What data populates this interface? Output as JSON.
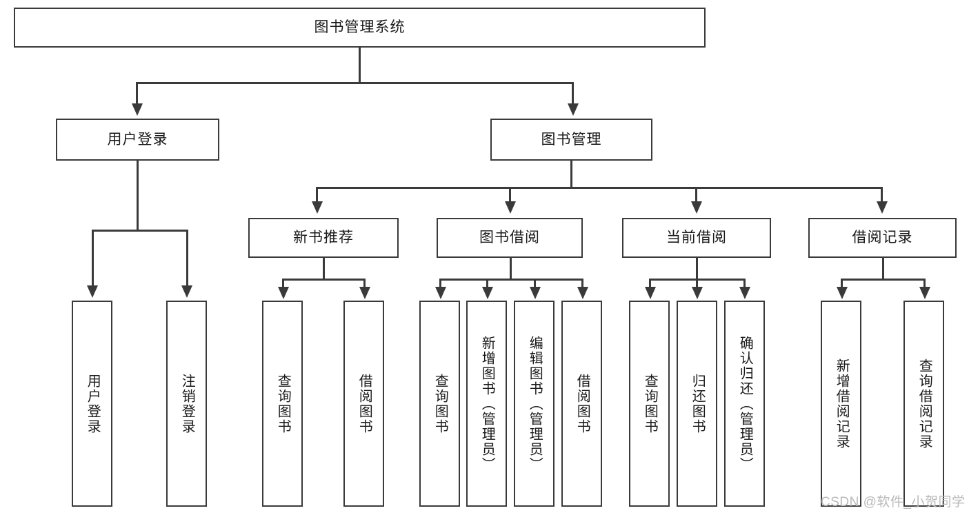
{
  "diagram": {
    "type": "tree-hierarchy",
    "title": "图书管理系统",
    "root": {
      "id": "root",
      "label": "图书管理系统",
      "level": 1
    },
    "level2": [
      {
        "id": "user-login",
        "label": "用户登录"
      },
      {
        "id": "book-manage",
        "label": "图书管理"
      }
    ],
    "level3": [
      {
        "id": "new-book-recommend",
        "label": "新书推荐",
        "parent": "book-manage"
      },
      {
        "id": "book-borrow",
        "label": "图书借阅",
        "parent": "book-manage"
      },
      {
        "id": "current-borrow",
        "label": "当前借阅",
        "parent": "book-manage"
      },
      {
        "id": "borrow-record",
        "label": "借阅记录",
        "parent": "book-manage"
      }
    ],
    "leaves": {
      "user_login": [
        {
          "id": "leaf-user-login",
          "label": "用户登录"
        },
        {
          "id": "leaf-logout",
          "label": "注销登录"
        }
      ],
      "new_book_recommend": [
        {
          "id": "leaf-query-book-1",
          "label": "查询图书"
        },
        {
          "id": "leaf-borrow-book-1",
          "label": "借阅图书"
        }
      ],
      "book_borrow": [
        {
          "id": "leaf-query-book-2",
          "label": "查询图书"
        },
        {
          "id": "leaf-add-book",
          "label": "新增图书（管理员）"
        },
        {
          "id": "leaf-edit-book",
          "label": "编辑图书（管理员）"
        },
        {
          "id": "leaf-borrow-book-2",
          "label": "借阅图书"
        }
      ],
      "current_borrow": [
        {
          "id": "leaf-query-book-3",
          "label": "查询图书"
        },
        {
          "id": "leaf-return-book",
          "label": "归还图书"
        },
        {
          "id": "leaf-confirm-return",
          "label": "确认归还（管理员）"
        }
      ],
      "borrow_record": [
        {
          "id": "leaf-add-record",
          "label": "新增借阅记录"
        },
        {
          "id": "leaf-query-record",
          "label": "查询借阅记录"
        }
      ]
    },
    "colors": {
      "stroke": "#3a3a3a",
      "fill": "#ffffff",
      "text": "#1a1a1a",
      "watermark": "#b9b9b9"
    }
  },
  "watermark": {
    "text": "CSDN @软件_小贺同学"
  }
}
